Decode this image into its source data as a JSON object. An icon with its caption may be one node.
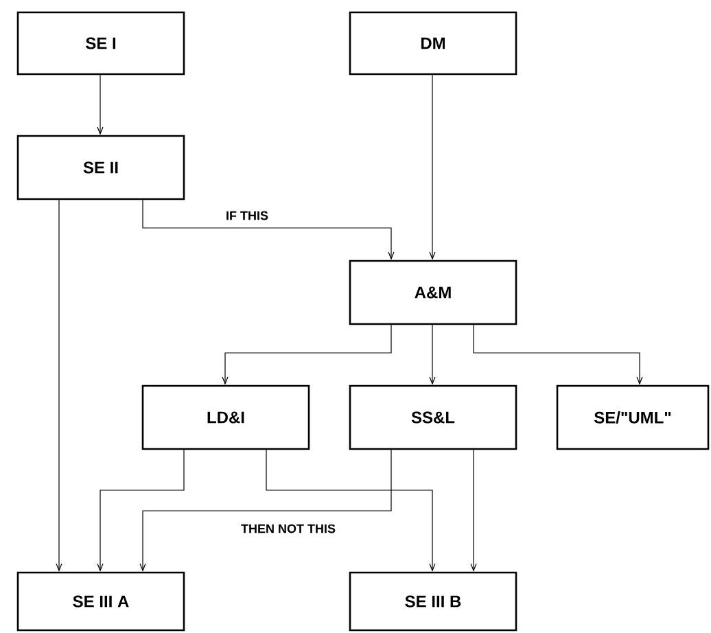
{
  "diagram": {
    "nodes": [
      {
        "text": [
          "SE I"
        ]
      },
      {
        "text": [
          "DM"
        ]
      },
      {
        "text": [
          "SE II"
        ]
      },
      {
        "text": [
          "A&M"
        ]
      },
      {
        "text": [
          "LD&I"
        ]
      },
      {
        "text": [
          "SS&L"
        ]
      },
      {
        "text": [
          "SE/\"UML\""
        ]
      },
      {
        "text": [
          "SE III A"
        ]
      },
      {
        "text": [
          "SE III B"
        ]
      }
    ],
    "edges": [
      {
        "from": 0,
        "to": 2,
        "arrow": "to"
      },
      {
        "from": 1,
        "to": 3,
        "arrow": "to"
      },
      {
        "from": 2,
        "to": 3,
        "arrow": "to",
        "label": "IF THIS"
      },
      {
        "from": 2,
        "to": 7,
        "arrow": "to"
      },
      {
        "from": 3,
        "to": 4,
        "arrow": "to"
      },
      {
        "from": 3,
        "to": 5,
        "arrow": "to"
      },
      {
        "from": 3,
        "to": 6,
        "arrow": "to"
      },
      {
        "from": 4,
        "to": 7,
        "arrow": "to"
      },
      {
        "from": 4,
        "to": 8,
        "arrow": "to"
      },
      {
        "from": 5,
        "to": 7,
        "arrow": "to",
        "label": "THEN NOT THIS"
      },
      {
        "from": 5,
        "to": 8,
        "arrow": "to"
      }
    ]
  }
}
